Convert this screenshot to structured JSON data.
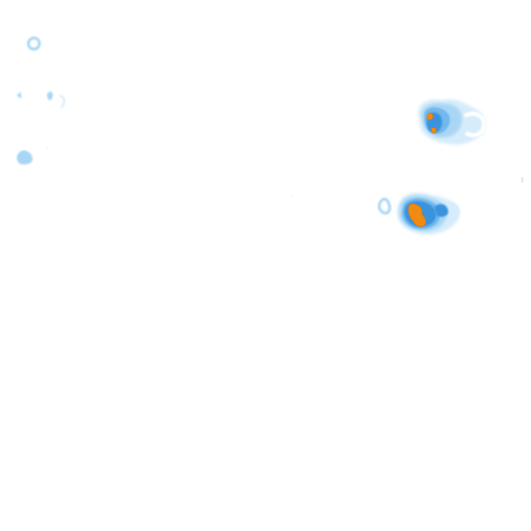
{
  "map": {
    "background": "#ffffff",
    "palette": {
      "very_light": "#d6ecfb",
      "light": "#a9d6f5",
      "medium": "#6fb8ee",
      "strong": "#3a93dd",
      "intense": "#f08a10",
      "intense_edge": "#e27700"
    },
    "levels_present": [
      "very_light",
      "light",
      "medium",
      "strong",
      "intense"
    ]
  }
}
